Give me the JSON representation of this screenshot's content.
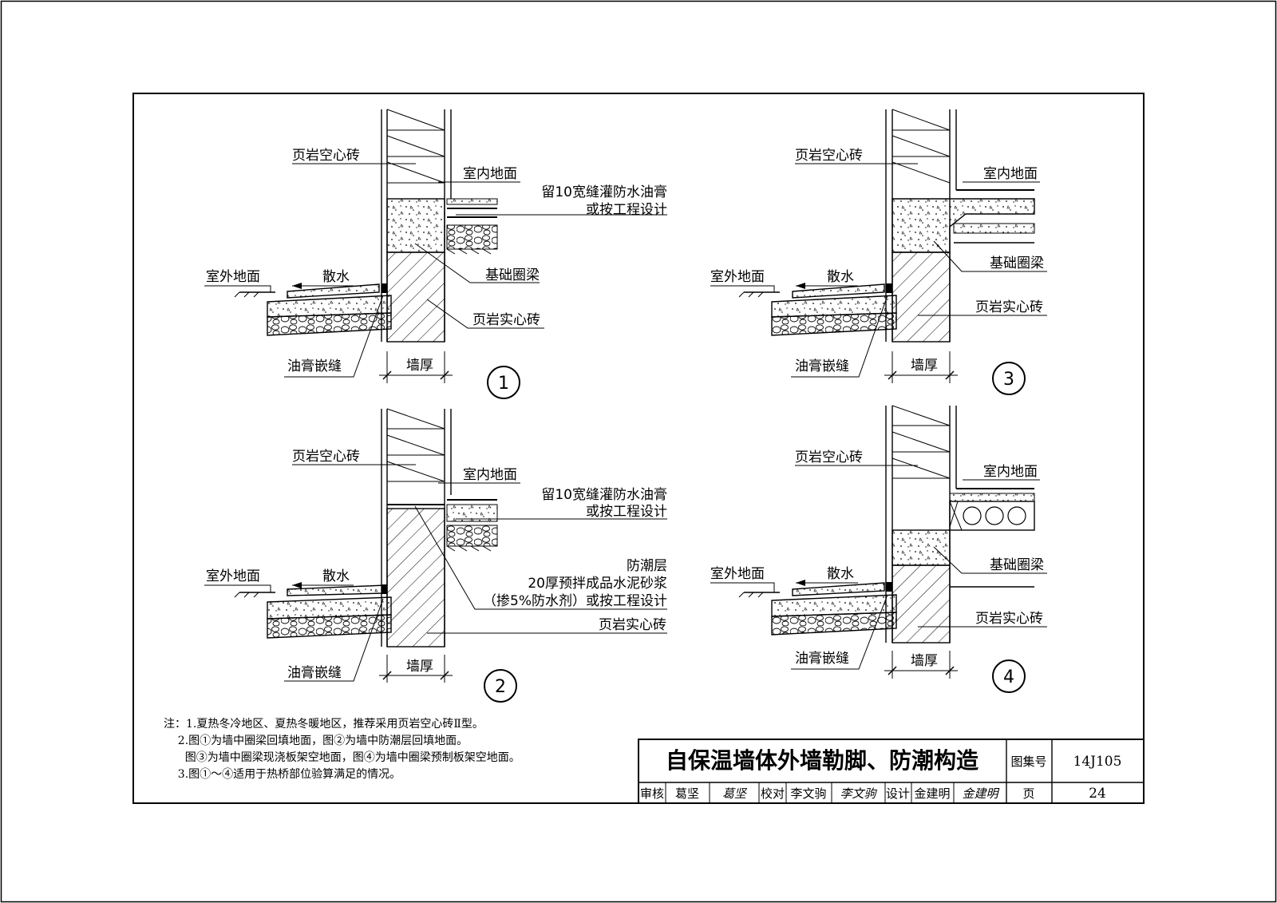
{
  "details": [
    {
      "number": "①",
      "labels": {
        "hollow_brick": "页岩空心砖",
        "indoor_floor": "室内地面",
        "joint_note_1": "留10宽缝灌防水油膏",
        "joint_note_2": "或按工程设计",
        "outdoor_ground": "室外地面",
        "apron": "散水",
        "ring_beam": "基础圈梁",
        "solid_brick": "页岩实心砖",
        "sealant_joint": "油膏嵌缝",
        "wall_thickness": "墙厚"
      }
    },
    {
      "number": "②",
      "labels": {
        "hollow_brick": "页岩空心砖",
        "indoor_floor": "室内地面",
        "joint_note_1": "留10宽缝灌防水油膏",
        "joint_note_2": "或按工程设计",
        "damp_layer_1": "防潮层",
        "damp_layer_2": "20厚预拌成品水泥砂浆",
        "damp_layer_3": "（掺5%防水剂）或按工程设计",
        "outdoor_ground": "室外地面",
        "apron": "散水",
        "solid_brick": "页岩实心砖",
        "sealant_joint": "油膏嵌缝",
        "wall_thickness": "墙厚"
      }
    },
    {
      "number": "③",
      "labels": {
        "hollow_brick": "页岩空心砖",
        "indoor_floor": "室内地面",
        "outdoor_ground": "室外地面",
        "apron": "散水",
        "ring_beam": "基础圈梁",
        "solid_brick": "页岩实心砖",
        "sealant_joint": "油膏嵌缝",
        "wall_thickness": "墙厚"
      }
    },
    {
      "number": "④",
      "labels": {
        "hollow_brick": "页岩空心砖",
        "indoor_floor": "室内地面",
        "outdoor_ground": "室外地面",
        "apron": "散水",
        "ring_beam": "基础圈梁",
        "solid_brick": "页岩实心砖",
        "sealant_joint": "油膏嵌缝",
        "wall_thickness": "墙厚"
      }
    }
  ],
  "notes": {
    "line1": "注：1.夏热冬冷地区、夏热冬暖地区，推荐采用页岩空心砖Ⅱ型。",
    "line2": "    2.图①为墙中圈梁回填地面，图②为墙中防潮层回填地面。",
    "line3": "      图③为墙中圈梁现浇板架空地面，图④为墙中圈梁预制板架空地面。",
    "line4": "    3.图①～④适用于热桥部位验算满足的情况。"
  },
  "title_block": {
    "title": "自保温墙体外墙勒脚、防潮构造",
    "atlas_label": "图集号",
    "atlas_no": "14J105",
    "review_label": "审核",
    "reviewer": "葛坚",
    "reviewer_sign": "葛坚",
    "check_label": "校对",
    "checker": "李文驹",
    "checker_sign": "李文驹",
    "design_label": "设计",
    "designer": "金建明",
    "designer_sign": "金建明",
    "page_label": "页",
    "page_no": "24"
  }
}
